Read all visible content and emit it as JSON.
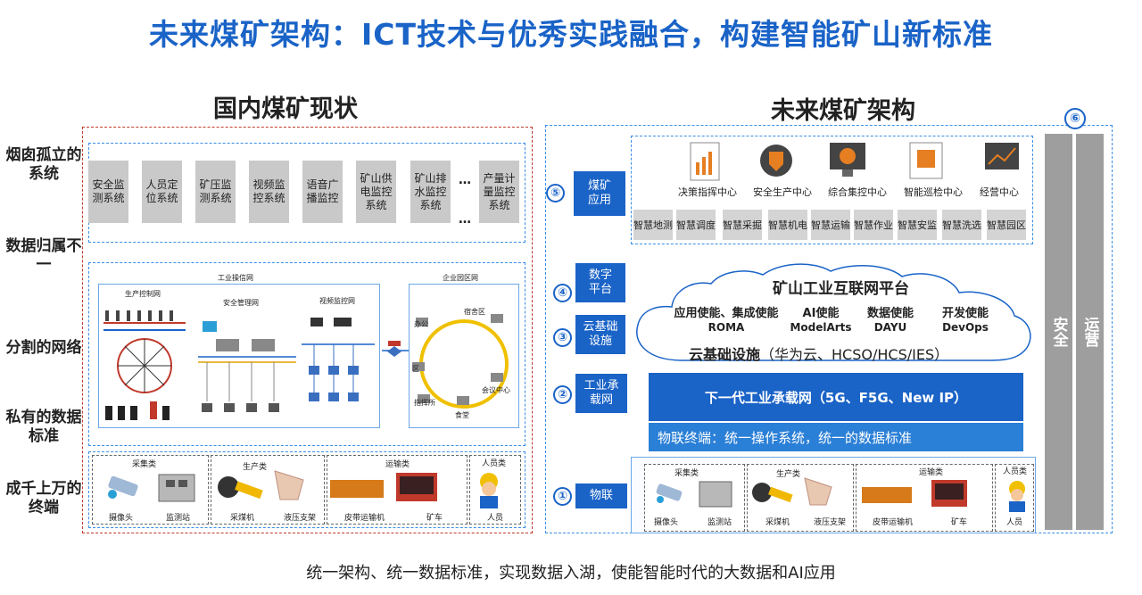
{
  "title": "未来煤矿架构：ICT技术与优秀实践融合，构建智能矿山新标准",
  "left": {
    "heading": "国内煤矿现状",
    "row_labels": [
      "烟囱孤立的系统",
      "数据归属不一",
      "分割的网络",
      "私有的数据标准",
      "成千上万的终端"
    ],
    "systems": [
      "安全监测系统",
      "人员定位系统",
      "矿压监测系统",
      "视频监控系统",
      "语音广播监控",
      "矿山供电监控系统",
      "矿山排水监控系统",
      "产量计量监控系统"
    ],
    "ellipsis": "…",
    "network": {
      "outer_label": "工业操信网",
      "sub_labels": [
        "生产控制网",
        "安全管理网",
        "视频监控网"
      ],
      "campus_label": "企业园区网",
      "campus_nodes": [
        "办公",
        "宿舍区",
        "区",
        "会议中心",
        "指挥所",
        "食堂"
      ]
    },
    "terminals": {
      "groups": [
        "采集类",
        "生产类",
        "运输类",
        "人员类"
      ],
      "items": [
        "摄像头",
        "监测站",
        "采煤机",
        "液压支架",
        "皮带运输机",
        "矿车",
        "人员"
      ]
    }
  },
  "right": {
    "heading": "未来煤矿架构",
    "layers": [
      {
        "num": "⑤",
        "label": "煤矿应用"
      },
      {
        "num": "④",
        "label": "数字平台"
      },
      {
        "num": "③",
        "label": "云基础设施"
      },
      {
        "num": "②",
        "label": "工业承载网"
      },
      {
        "num": "①",
        "label": "物联"
      }
    ],
    "centers": [
      "决策指挥中心",
      "安全生产中心",
      "综合集控中心",
      "智能巡检中心",
      "经营中心"
    ],
    "apps": [
      "智慧地测",
      "智慧调度",
      "智慧采掘",
      "智慧机电",
      "智慧运输",
      "智慧作业",
      "智慧安监",
      "智慧洗选",
      "智慧园区"
    ],
    "platform": {
      "title": "矿山工业互联网平台",
      "enablers": [
        {
          "name": "应用使能、集成使能",
          "product": "ROMA"
        },
        {
          "name": "AI使能",
          "product": "ModelArts"
        },
        {
          "name": "数据使能",
          "product": "DAYU"
        },
        {
          "name": "开发使能",
          "product": "DevOps"
        }
      ],
      "infra_bold": "云基础设施",
      "infra_rest": "（华为云、HCSO/HCS/IES）"
    },
    "network_bar": "下一代工业承载网（5G、F5G、New IP）",
    "iot_bar": "物联终端：统一操作系统，统一的数据标准",
    "side_num": "⑥",
    "side_cols": [
      "安全",
      "运营"
    ],
    "terminals": {
      "groups": [
        "采集类",
        "生产类",
        "运输类",
        "人员类"
      ],
      "items": [
        "摄像头",
        "监测站",
        "采煤机",
        "液压支架",
        "皮带运输机",
        "矿车",
        "人员"
      ]
    }
  },
  "footer": "统一架构、统一数据标准，实现数据入湖，使能智能时代的大数据和AI应用",
  "colors": {
    "brand_blue": "#1a63c7",
    "red_dashed": "#c0392b",
    "gray": "#9e9e9e"
  }
}
